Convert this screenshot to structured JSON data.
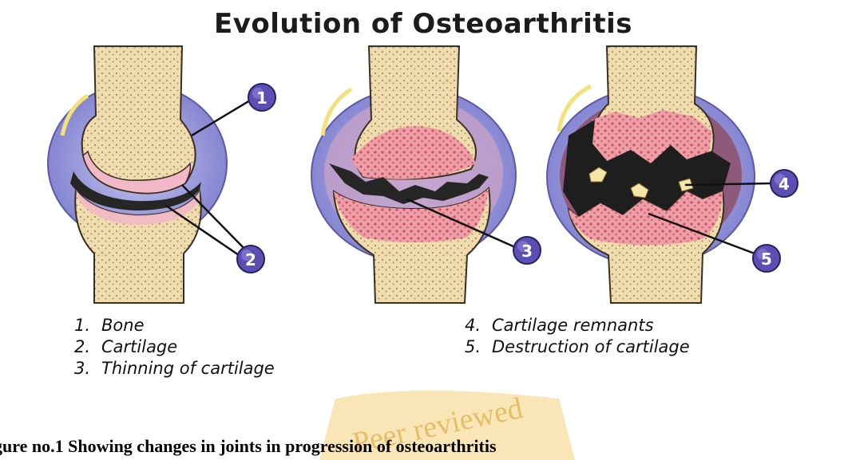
{
  "figure": {
    "title": "Evolution of Osteoarthritis",
    "caption": "gure no.1 Showing changes in joints in progression of osteoarthritis",
    "watermark": "Peer reviewed"
  },
  "callouts": [
    "1",
    "2",
    "3",
    "4",
    "5"
  ],
  "legend": [
    {
      "num": "1.",
      "text": "Bone"
    },
    {
      "num": "2.",
      "text": "Cartilage"
    },
    {
      "num": "3.",
      "text": "Thinning of cartilage"
    },
    {
      "num": "4.",
      "text": "Cartilage remnants"
    },
    {
      "num": "5.",
      "text": "Destruction of cartilage"
    }
  ],
  "colors": {
    "bone": "#efdcae",
    "bone_dots": "#b08a55",
    "capsule": "#8d8cd6",
    "cartilage": "#f2b8c8",
    "inflamed": "#e8647a",
    "joint_space": "#262626",
    "callout": "#5b4fb3",
    "watermark": "#e8b94a"
  }
}
